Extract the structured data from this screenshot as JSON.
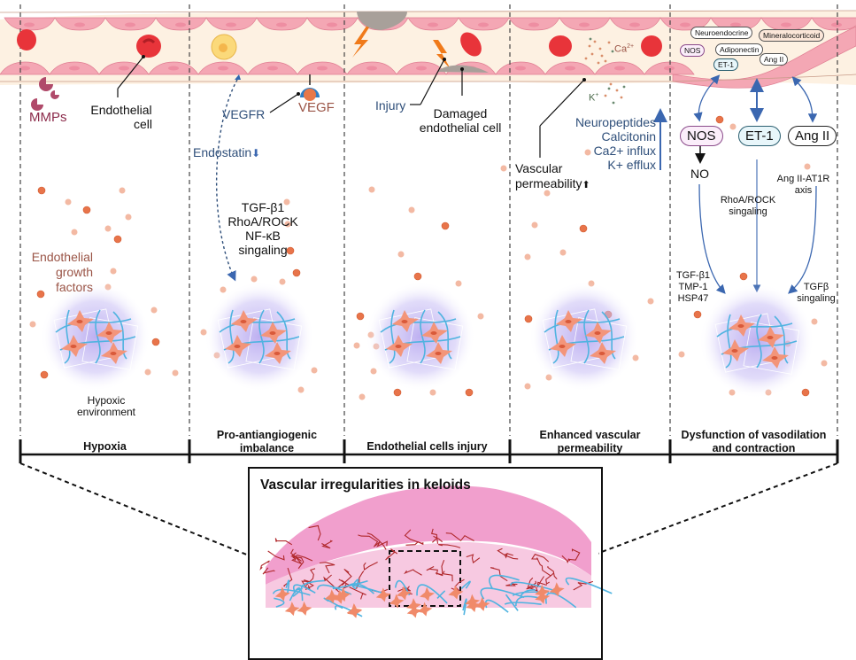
{
  "figure": {
    "title": "Vascular irregularities in keloids",
    "phases": [
      {
        "id": "hypoxia",
        "label": "Hypoxia"
      },
      {
        "id": "pro-anti",
        "label_line1": "Pro-antiangiogenic",
        "label_line2": "imbalance"
      },
      {
        "id": "injury",
        "label": "Endothelial cells injury"
      },
      {
        "id": "permeability",
        "label_line1": "Enhanced vascular",
        "label_line2": "permeability"
      },
      {
        "id": "vaso",
        "label_line1": "Dysfunction of vasodilation",
        "label_line2": "and contraction"
      }
    ]
  },
  "panel1": {
    "mmps": "MMPs",
    "endothelial_line1": "Endothelial",
    "endothelial_line2": "cell",
    "growth_line1": "Endothelial",
    "growth_line2": "growth",
    "growth_line3": "factors",
    "hypoxic_line1": "Hypoxic",
    "hypoxic_line2": "environment"
  },
  "panel2": {
    "vegfr": "VEGFR",
    "vegf": "VEGF",
    "endostatin": "Endostatin",
    "down_arrow": "⬇",
    "signals": [
      "TGF-β1",
      "RhoA/ROCK",
      "NF-κB",
      "singaling"
    ]
  },
  "panel3": {
    "injury": "Injury",
    "damaged_line1": "Damaged",
    "damaged_line2": "endothelial cell"
  },
  "panel4": {
    "ca": "Ca",
    "ca_sup": "2+",
    "k": "K",
    "k_sup": "+",
    "mediators": [
      "Neuropeptides",
      "Calcitonin",
      "Ca2+ influx",
      "K+ efflux"
    ],
    "vascular_line1": "Vascular",
    "vascular_line2": "permeability",
    "up_arrow": "⬆"
  },
  "panel5": {
    "small_pills": [
      "Neuroendocrine",
      "Mineralocorticoid",
      "NOS",
      "Adiponectin",
      "ET-1",
      "Ang II"
    ],
    "nos": "NOS",
    "et1": "ET-1",
    "ang": "Ang II",
    "no": "NO",
    "rhoa_line1": "RhoA/ROCK",
    "rhoa_line2": "singaling",
    "ang_axis_line1": "Ang II-AT1R",
    "ang_axis_line2": "axis",
    "tgf_list": [
      "TGF-β1",
      "TMP-1",
      "HSP47"
    ],
    "tgfb_line1": "TGFβ",
    "tgfb_line2": "singaling"
  },
  "colors": {
    "vessel_wall": "#f4a7b4",
    "vessel_cell": "#f7b6c0",
    "rbc": "#e8343a",
    "growth_factor": "#e8784a",
    "halo": "#b9a8ef",
    "fiber": "#4fb3e0",
    "fibroblast": "#f08a6a",
    "arrow_blue": "#3b67b0",
    "keloid_pink": "#f0a3cf",
    "vessel_red": "#b0282c"
  }
}
